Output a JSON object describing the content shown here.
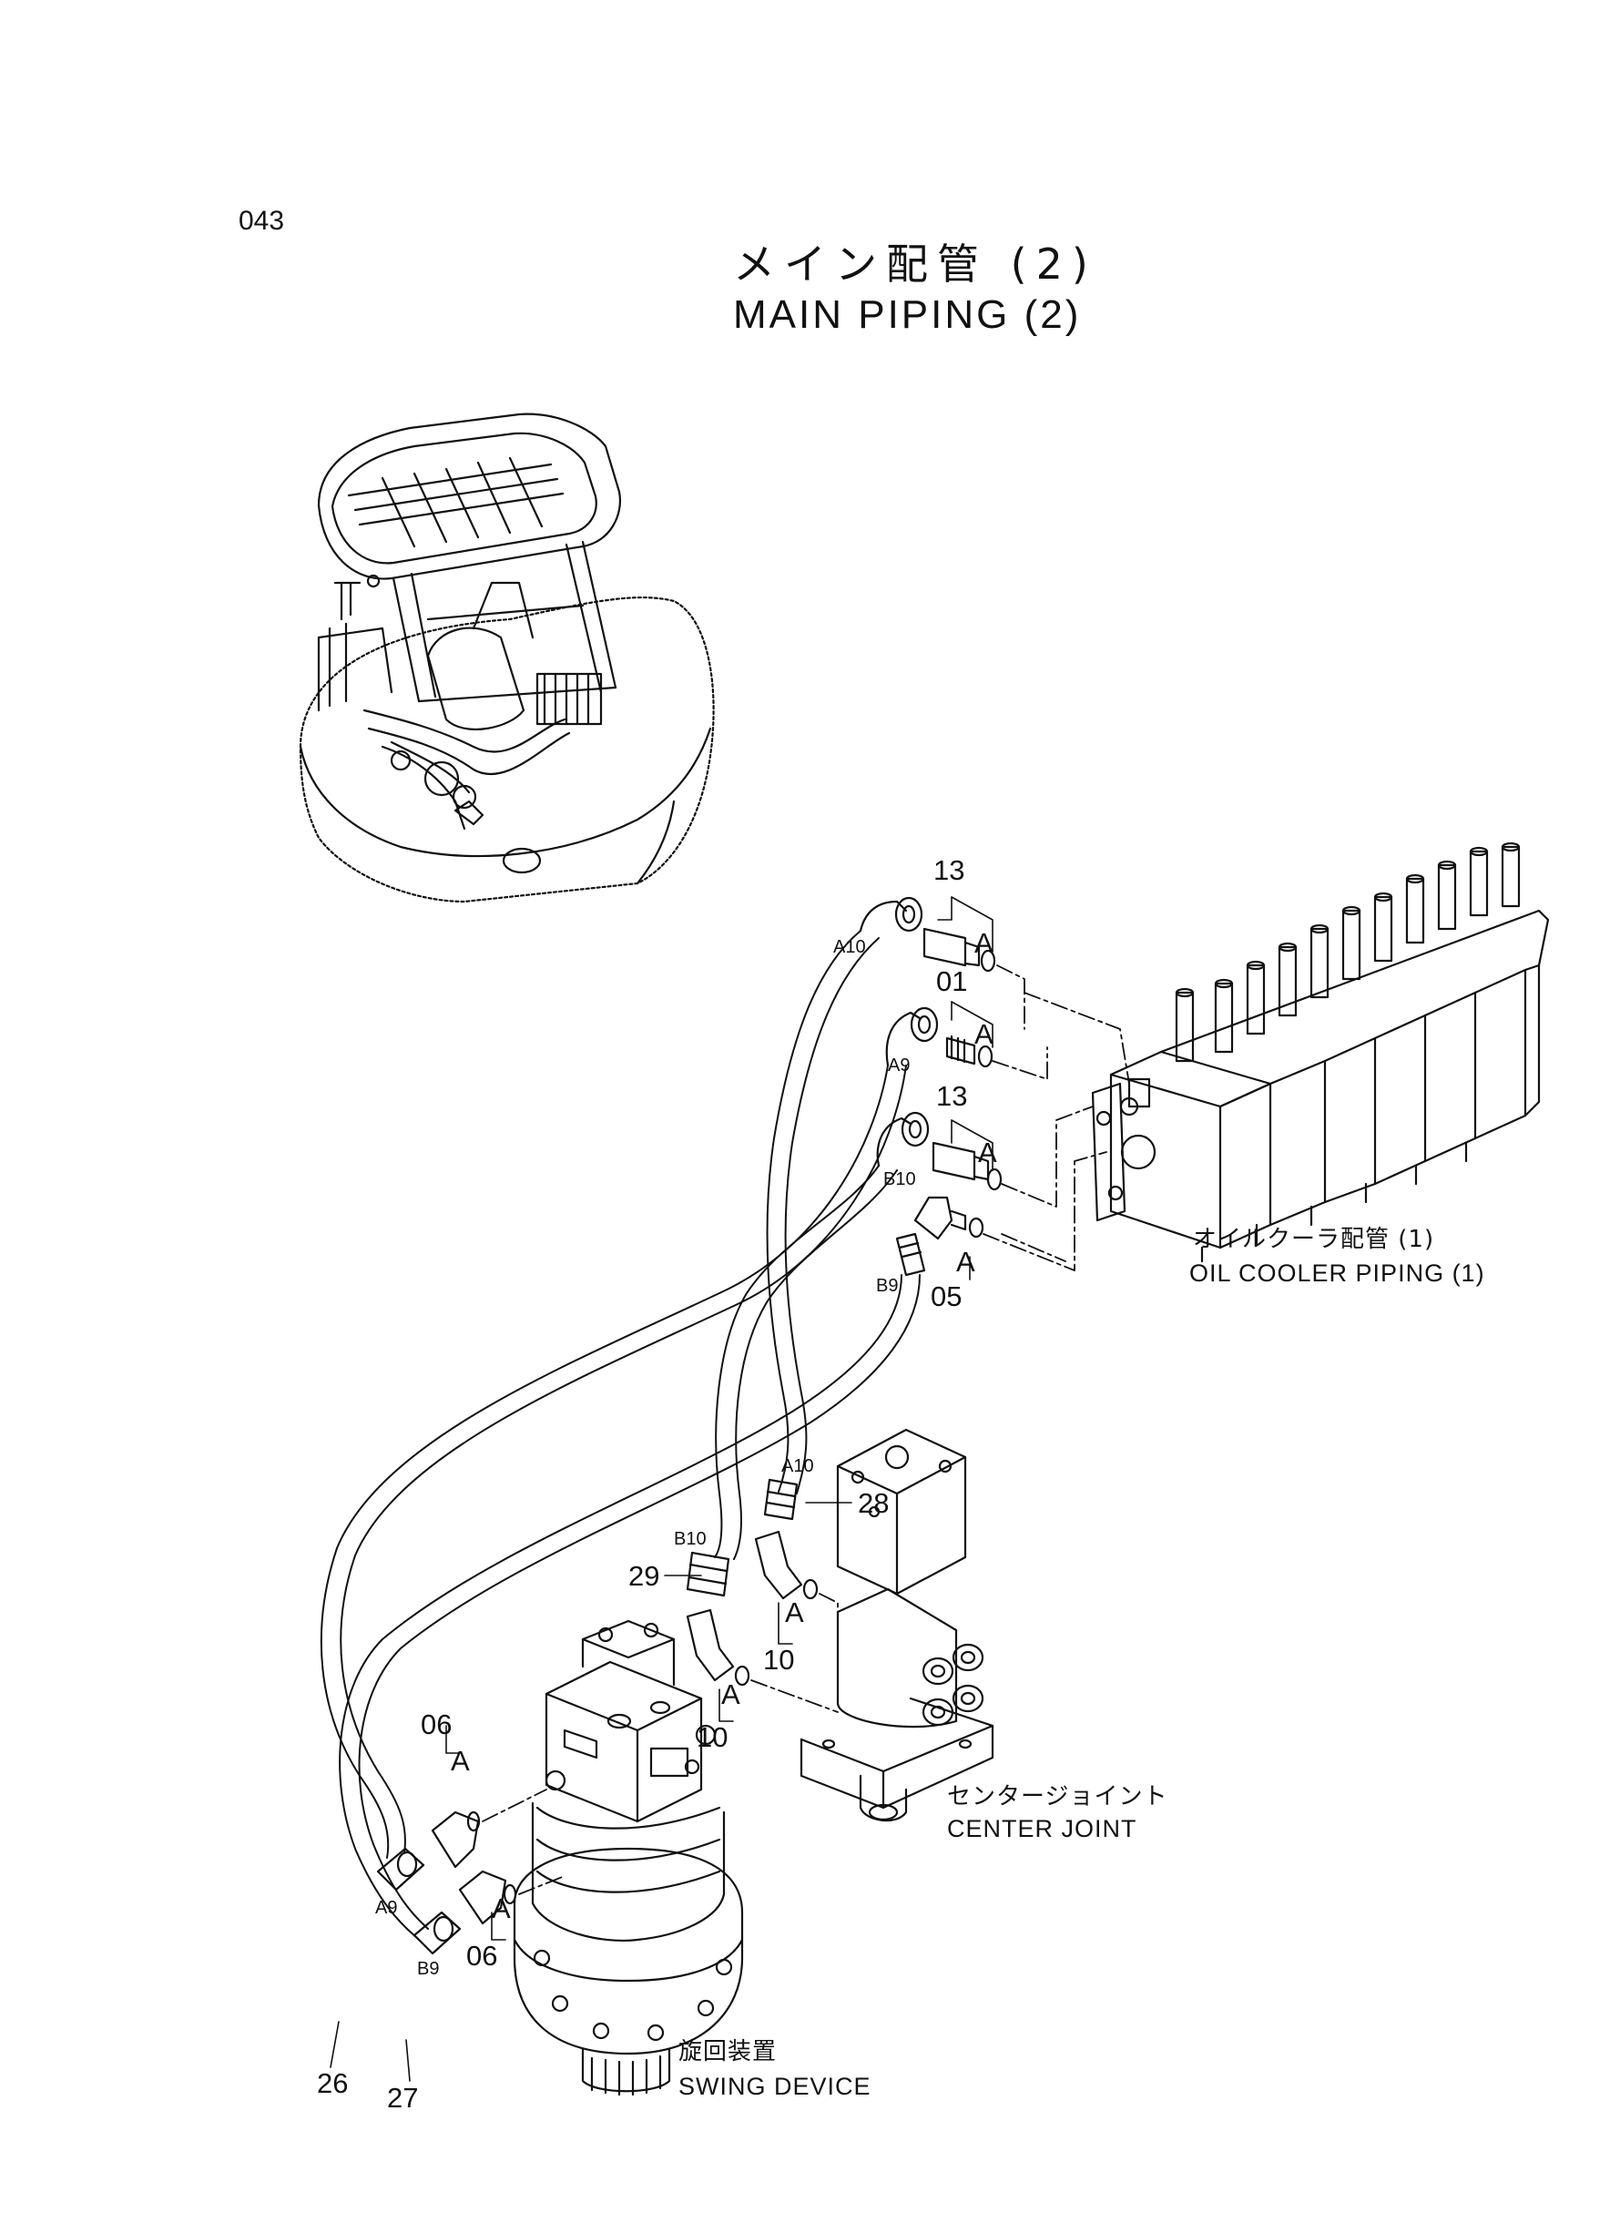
{
  "page_number": "043",
  "title": {
    "japanese": "メイン配管 (2)",
    "english": "MAIN PIPING (2)"
  },
  "components": {
    "oil_cooler": {
      "japanese": "オイルクーラ配管 (1)",
      "english": "OIL COOLER PIPING (1)"
    },
    "center_joint": {
      "japanese": "センタージョイント",
      "english": "CENTER JOINT"
    },
    "swing_device": {
      "japanese": "旋回装置",
      "english": "SWING DEVICE"
    }
  },
  "callouts": {
    "c13_top": "13",
    "c01": "01",
    "c13_mid": "13",
    "c05": "05",
    "c28": "28",
    "c29": "29",
    "c10_a": "10",
    "c10_b": "10",
    "c06_a": "06",
    "c06_b": "06",
    "c26": "26",
    "c27": "27",
    "detail_a": "A"
  },
  "hose_tags": {
    "a10_top": "A10",
    "a9_top": "A9",
    "b10_top": "B10",
    "b9_top": "B9",
    "a10_bottom": "A10",
    "b10_bottom": "B10",
    "a9_bottom": "A9",
    "b9_bottom": "B9"
  }
}
